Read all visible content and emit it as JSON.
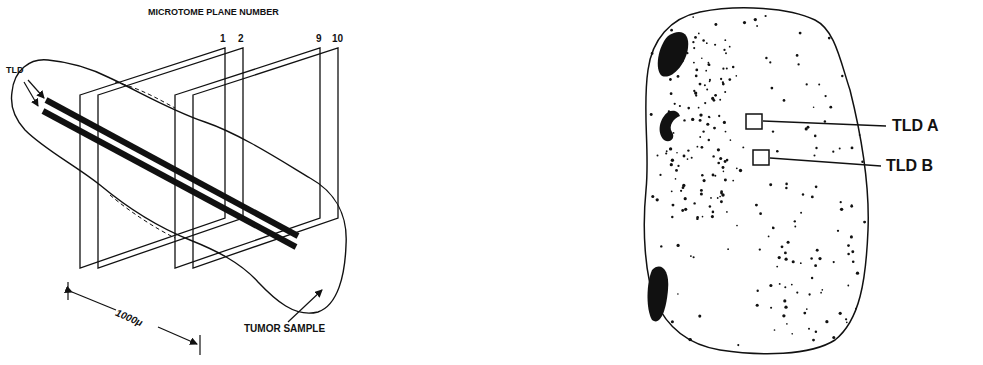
{
  "diagram": {
    "labels": [
      "MICROTOME PLANE NUMBER",
      "1",
      "2",
      "9",
      "10",
      "TLD",
      "1000μ",
      "TUMOR SAMPLE",
      "TLD A",
      "TLD B"
    ]
  }
}
